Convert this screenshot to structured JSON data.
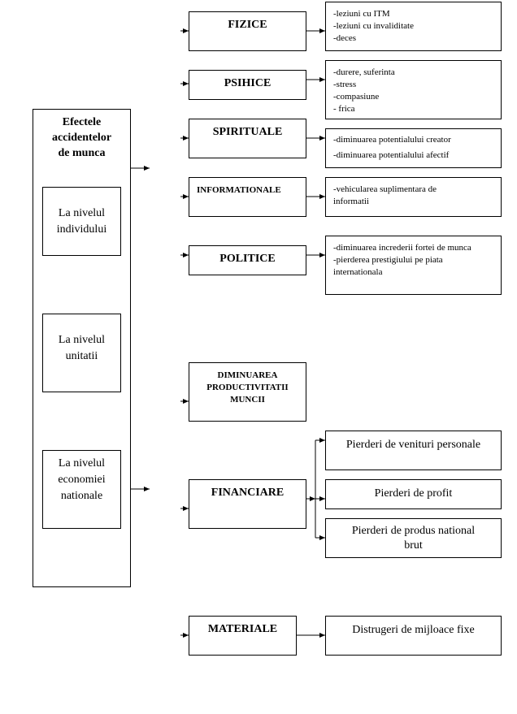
{
  "root": {
    "title": "Efectele accidentelor de munca",
    "levels": [
      "La nivelul individului",
      "La nivelul unitatii",
      "La nivelul economiei nationale"
    ]
  },
  "categories": [
    {
      "label": "FIZICE",
      "details": [
        "-leziuni cu ITM",
        "-leziuni cu invaliditate",
        "-deces"
      ]
    },
    {
      "label": "PSIHICE",
      "details": [
        "-durere, suferinta",
        "-stress",
        "-compasiune",
        "- frica"
      ]
    },
    {
      "label": "SPIRITUALE",
      "details": [
        "-diminuarea potentialului creator",
        "-diminuarea potentialului afectif"
      ]
    },
    {
      "label": "INFORMATIONALE",
      "details": [
        "-vehicularea suplimentara de informatii"
      ]
    },
    {
      "label": "POLITICE",
      "details": [
        "-diminuarea increderii fortei de munca",
        "-pierderea prestigiului pe piata internationala"
      ]
    },
    {
      "label": "DIMINUAREA PRODUCTIVITATII MUNCII"
    },
    {
      "label": "FINANCIARE",
      "details": [
        "Pierderi de venituri personale",
        "Pierderi de profit",
        "Pierderi de produs national brut"
      ]
    },
    {
      "label": "MATERIALE",
      "details": [
        "Distrugeri de mijloace fixe"
      ]
    }
  ]
}
